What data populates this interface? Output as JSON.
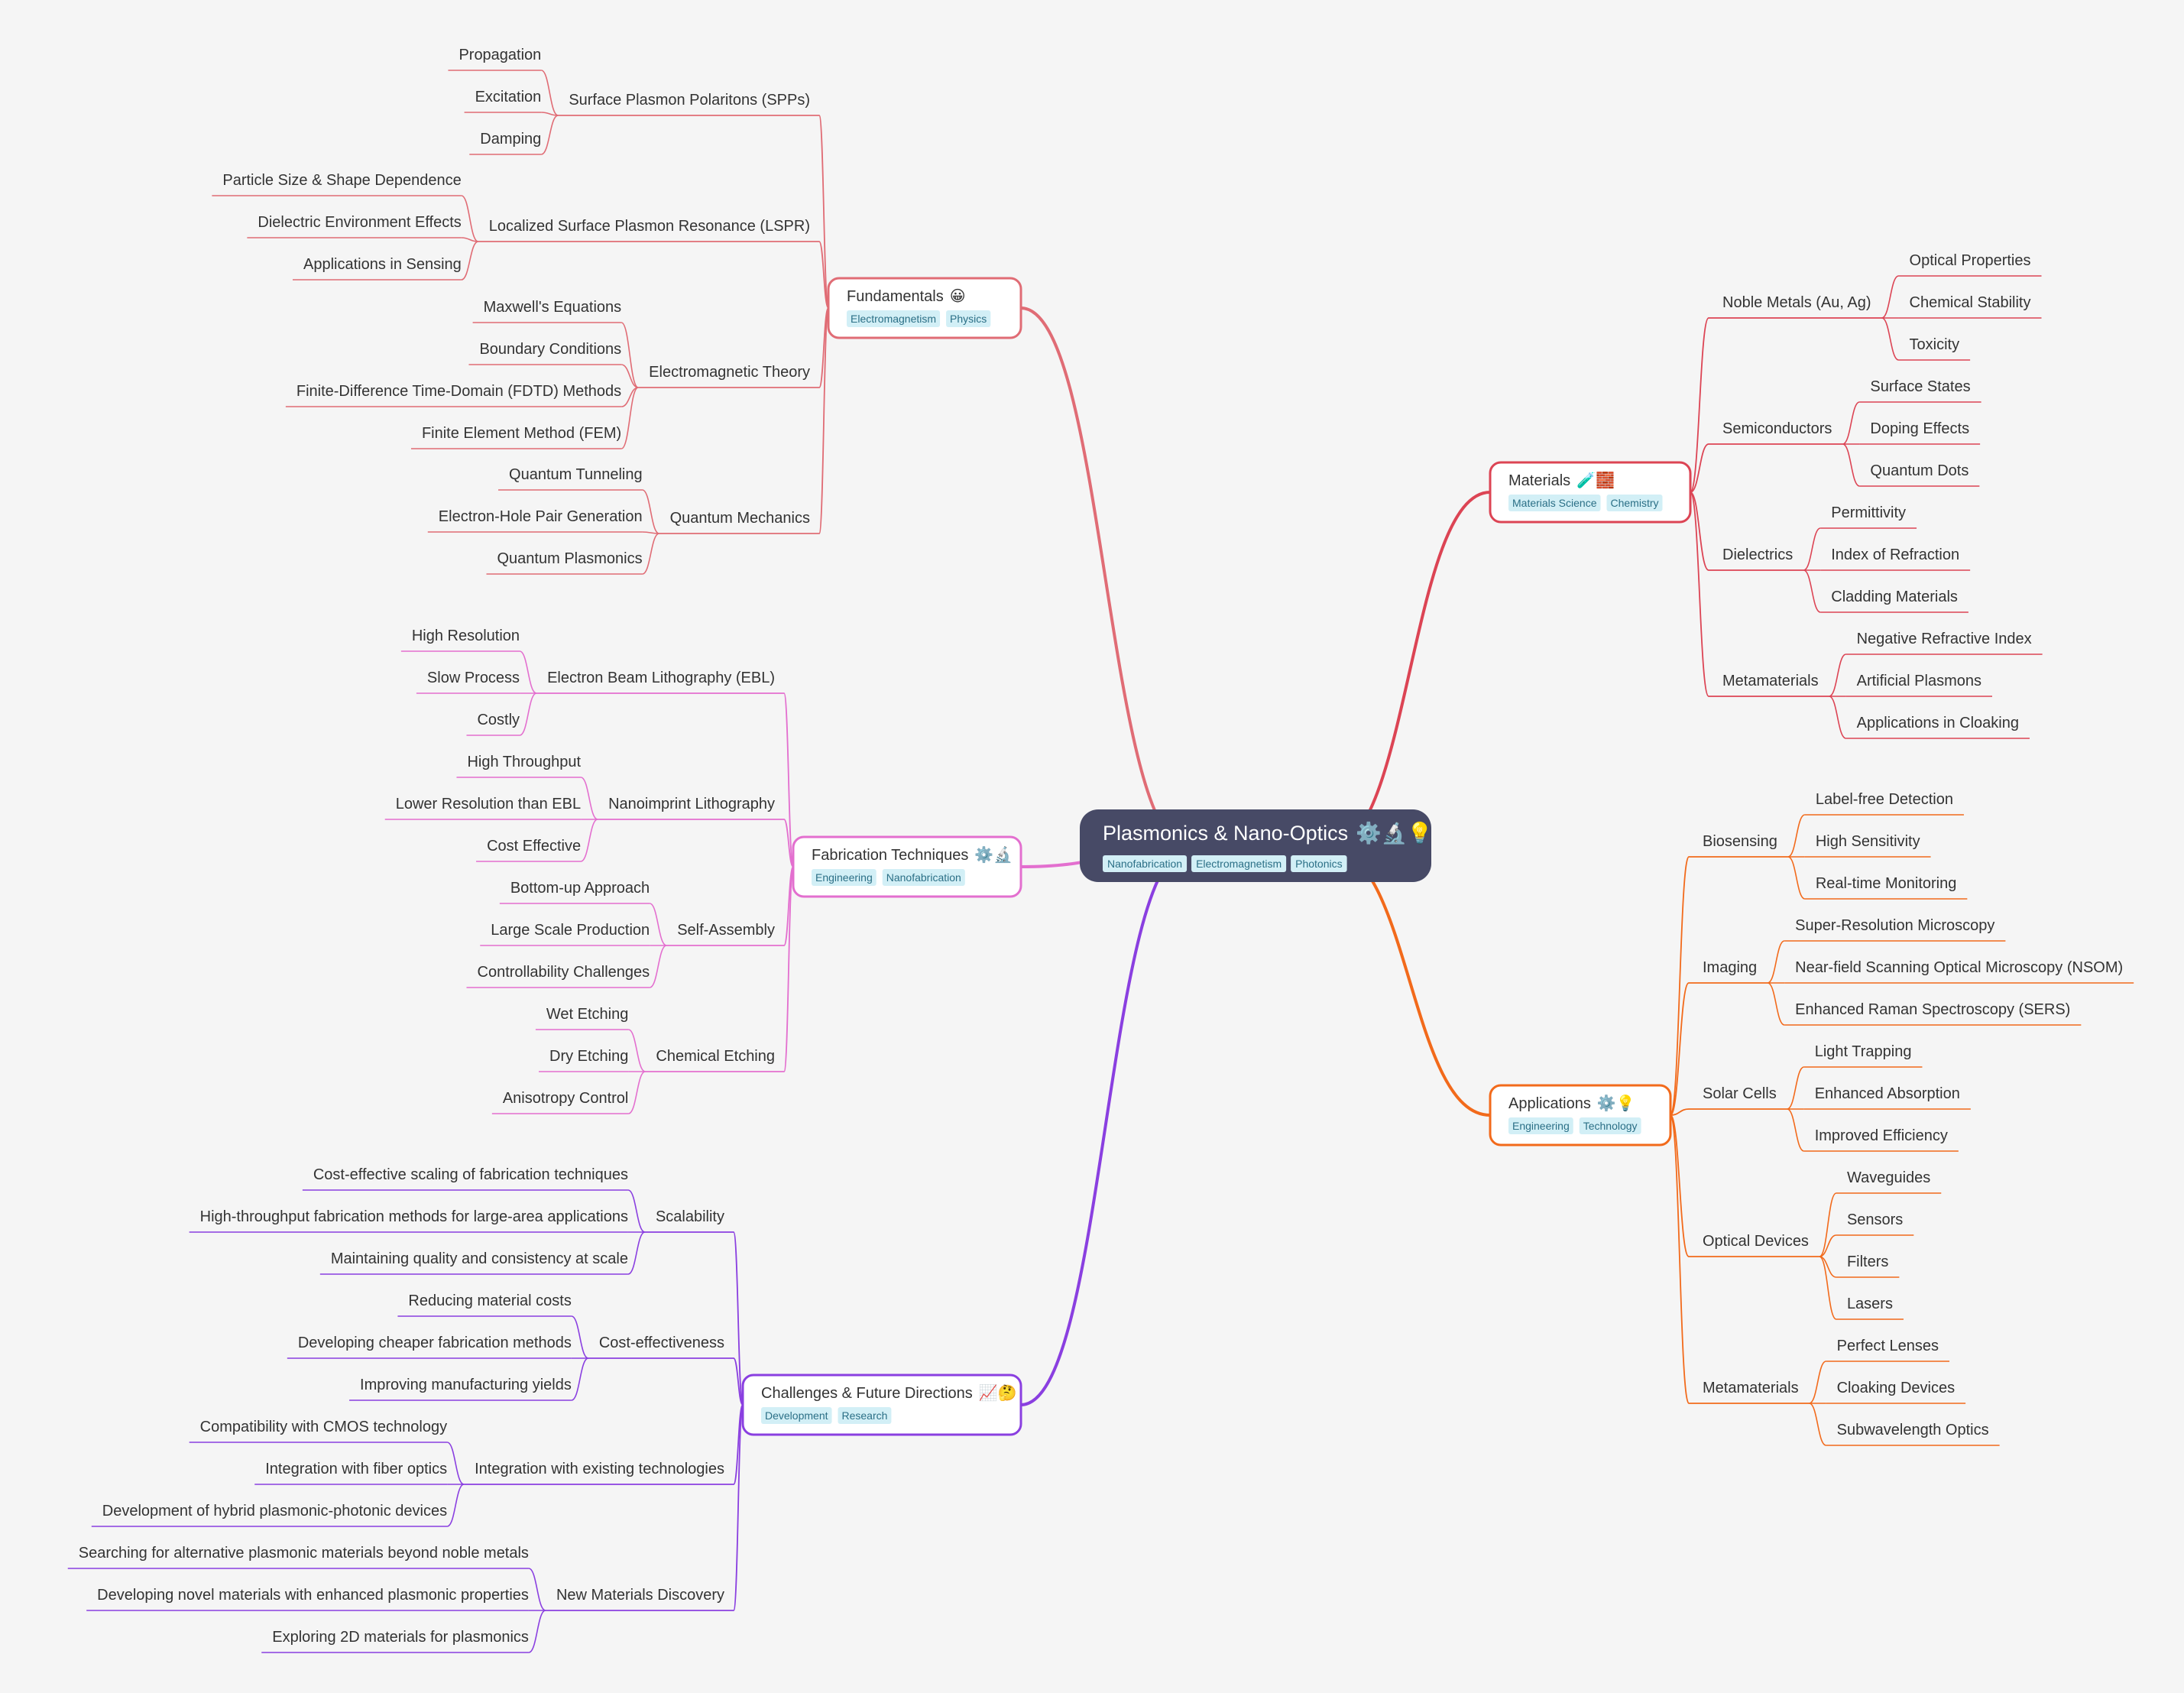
{
  "root": {
    "title": "Plasmonics & Nano-Optics",
    "emoji": "⚙️🔬💡",
    "tags": [
      "Nanofabrication",
      "Electromagnetism",
      "Photonics"
    ]
  },
  "branches": [
    {
      "id": "fundamentals",
      "title": "Fundamentals",
      "emoji": "😀",
      "tags": [
        "Electromagnetism",
        "Physics"
      ],
      "color": "#e06c75",
      "side": "left",
      "children": [
        {
          "label": "Surface Plasmon Polaritons (SPPs)",
          "children": [
            "Propagation",
            "Excitation",
            "Damping"
          ]
        },
        {
          "label": "Localized Surface Plasmon Resonance (LSPR)",
          "children": [
            "Particle Size & Shape Dependence",
            "Dielectric Environment Effects",
            "Applications in Sensing"
          ]
        },
        {
          "label": "Electromagnetic Theory",
          "children": [
            "Maxwell's Equations",
            "Boundary Conditions",
            "Finite-Difference Time-Domain (FDTD) Methods",
            "Finite Element Method (FEM)"
          ]
        },
        {
          "label": "Quantum Mechanics",
          "children": [
            "Quantum Tunneling",
            "Electron-Hole Pair Generation",
            "Quantum Plasmonics"
          ]
        }
      ]
    },
    {
      "id": "fabrication",
      "title": "Fabrication Techniques",
      "emoji": "⚙️🔬",
      "tags": [
        "Engineering",
        "Nanofabrication"
      ],
      "color": "#e36fcf",
      "side": "left",
      "children": [
        {
          "label": "Electron Beam Lithography (EBL)",
          "children": [
            "High Resolution",
            "Slow Process",
            "Costly"
          ]
        },
        {
          "label": "Nanoimprint Lithography",
          "children": [
            "High Throughput",
            "Lower Resolution than EBL",
            "Cost Effective"
          ]
        },
        {
          "label": "Self-Assembly",
          "children": [
            "Bottom-up Approach",
            "Large Scale Production",
            "Controllability Challenges"
          ]
        },
        {
          "label": "Chemical Etching",
          "children": [
            "Wet Etching",
            "Dry Etching",
            "Anisotropy Control"
          ]
        }
      ]
    },
    {
      "id": "challenges",
      "title": "Challenges & Future Directions",
      "emoji": "📈🤔",
      "tags": [
        "Development",
        "Research"
      ],
      "color": "#8a3fe0",
      "side": "left",
      "children": [
        {
          "label": "Scalability",
          "children": [
            "Cost-effective scaling of fabrication techniques",
            "High-throughput fabrication methods for large-area applications",
            "Maintaining quality and consistency at scale"
          ]
        },
        {
          "label": "Cost-effectiveness",
          "children": [
            "Reducing material costs",
            "Developing cheaper fabrication methods",
            "Improving manufacturing yields"
          ]
        },
        {
          "label": "Integration with existing technologies",
          "children": [
            "Compatibility with CMOS technology",
            "Integration with fiber optics",
            "Development of hybrid plasmonic-photonic devices"
          ]
        },
        {
          "label": "New Materials Discovery",
          "children": [
            "Searching for alternative plasmonic materials beyond noble metals",
            "Developing novel materials with enhanced plasmonic properties",
            "Exploring 2D materials for plasmonics"
          ]
        }
      ]
    },
    {
      "id": "materials",
      "title": "Materials",
      "emoji": "🧪🧱",
      "tags": [
        "Materials Science",
        "Chemistry"
      ],
      "color": "#dc4454",
      "side": "right",
      "children": [
        {
          "label": "Noble Metals (Au, Ag)",
          "children": [
            "Optical Properties",
            "Chemical Stability",
            "Toxicity"
          ]
        },
        {
          "label": "Semiconductors",
          "children": [
            "Surface States",
            "Doping Effects",
            "Quantum Dots"
          ]
        },
        {
          "label": "Dielectrics",
          "children": [
            "Permittivity",
            "Index of Refraction",
            "Cladding Materials"
          ]
        },
        {
          "label": "Metamaterials",
          "children": [
            "Negative Refractive Index",
            "Artificial Plasmons",
            "Applications in Cloaking"
          ]
        }
      ]
    },
    {
      "id": "applications",
      "title": "Applications",
      "emoji": "⚙️💡",
      "tags": [
        "Engineering",
        "Technology"
      ],
      "color": "#f26a1b",
      "side": "right",
      "children": [
        {
          "label": "Biosensing",
          "children": [
            "Label-free Detection",
            "High Sensitivity",
            "Real-time Monitoring"
          ]
        },
        {
          "label": "Imaging",
          "children": [
            "Super-Resolution Microscopy",
            "Near-field Scanning Optical Microscopy (NSOM)",
            "Enhanced Raman Spectroscopy (SERS)"
          ]
        },
        {
          "label": "Solar Cells",
          "children": [
            "Light Trapping",
            "Enhanced Absorption",
            "Improved Efficiency"
          ]
        },
        {
          "label": "Optical Devices",
          "children": [
            "Waveguides",
            "Sensors",
            "Filters",
            "Lasers"
          ]
        },
        {
          "label": "Metamaterials",
          "children": [
            "Perfect Lenses",
            "Cloaking Devices",
            "Subwavelength Optics"
          ]
        }
      ]
    }
  ],
  "colors": {
    "background": "#f5f5f5",
    "root_fill": "#474a66",
    "tag_fill": "#d2eff6",
    "tag_text": "#2b6f86",
    "text": "#333333"
  }
}
